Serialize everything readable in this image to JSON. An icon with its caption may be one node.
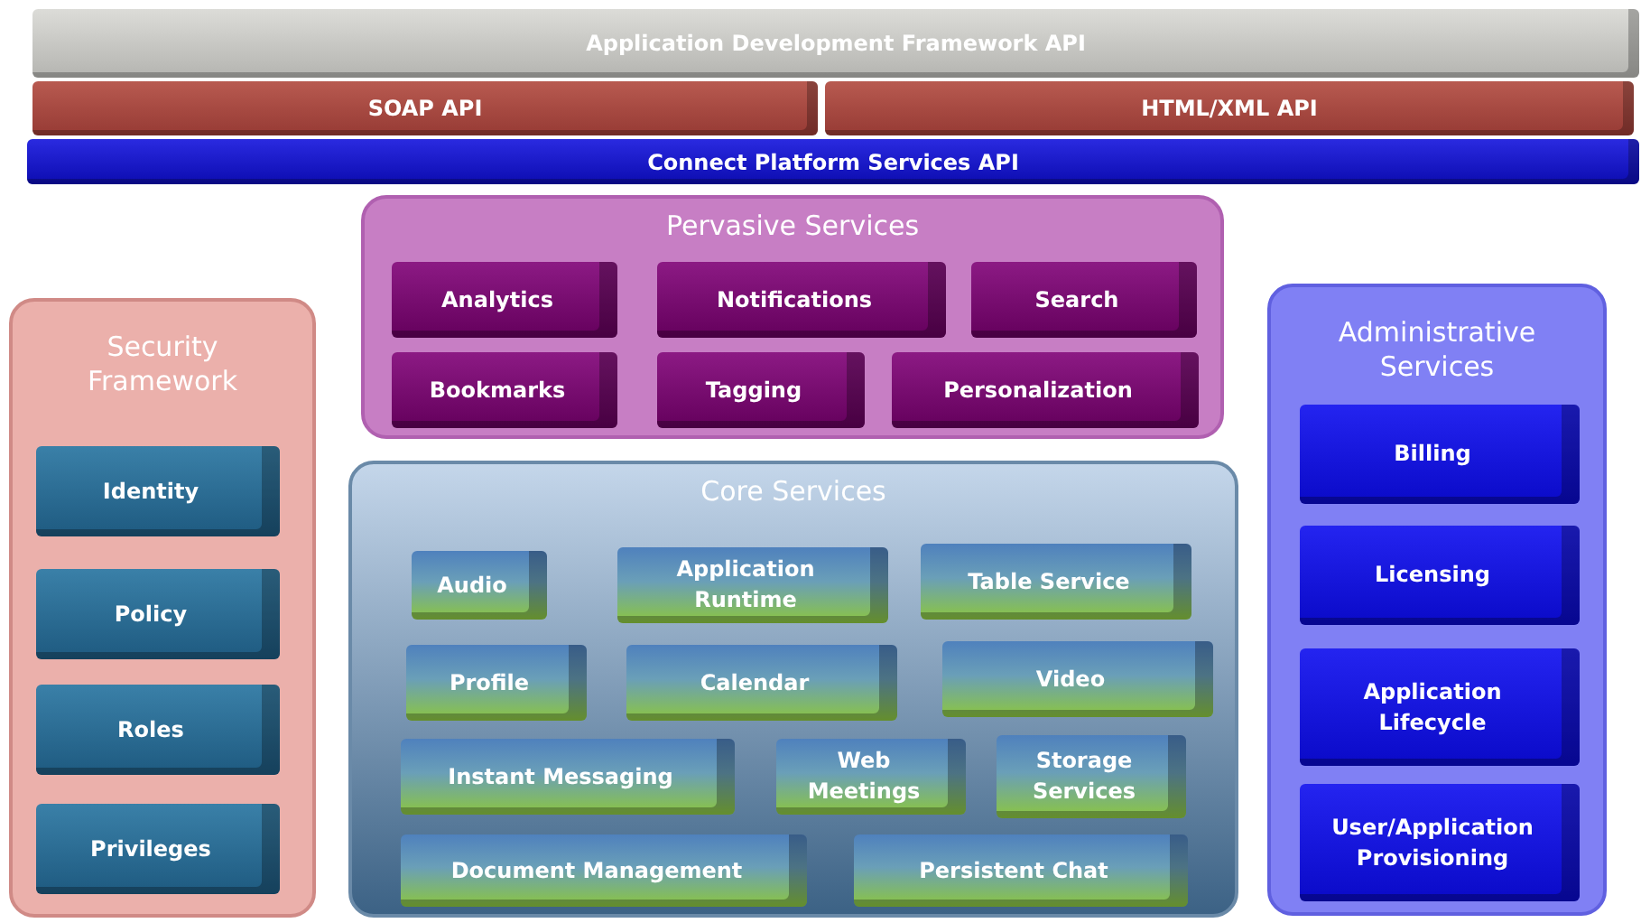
{
  "diagram": {
    "nodes": [
      {
        "text": [
          "Application Development Framework API"
        ]
      },
      {
        "text": [
          "SOAP API"
        ]
      },
      {
        "text": [
          "HTML/XML API"
        ]
      },
      {
        "text": [
          "Connect Platform Services API"
        ]
      },
      {
        "text": [
          "Pervasive Services"
        ]
      },
      {
        "text": [
          "Analytics"
        ],
        "in": 4
      },
      {
        "text": [
          "Notifications"
        ],
        "in": 4
      },
      {
        "text": [
          "Search"
        ],
        "in": 4
      },
      {
        "text": [
          "Bookmarks"
        ],
        "in": 4
      },
      {
        "text": [
          "Tagging"
        ],
        "in": 4
      },
      {
        "text": [
          "Personalization"
        ],
        "in": 4
      },
      {
        "text": [
          "Security Framework"
        ]
      },
      {
        "text": [
          "Identity"
        ],
        "in": 11
      },
      {
        "text": [
          "Policy"
        ],
        "in": 11
      },
      {
        "text": [
          "Roles"
        ],
        "in": 11
      },
      {
        "text": [
          "Privileges"
        ],
        "in": 11
      },
      {
        "text": [
          "Core Services"
        ]
      },
      {
        "text": [
          "Audio"
        ],
        "in": 16
      },
      {
        "text": [
          "Application Runtime"
        ],
        "in": 16
      },
      {
        "text": [
          "Table Service"
        ],
        "in": 16
      },
      {
        "text": [
          "Profile"
        ],
        "in": 16
      },
      {
        "text": [
          "Calendar"
        ],
        "in": 16
      },
      {
        "text": [
          "Video"
        ],
        "in": 16
      },
      {
        "text": [
          "Instant Messaging"
        ],
        "in": 16
      },
      {
        "text": [
          "Web Meetings"
        ],
        "in": 16
      },
      {
        "text": [
          "Storage Services"
        ],
        "in": 16
      },
      {
        "text": [
          "Document Management"
        ],
        "in": 16
      },
      {
        "text": [
          "Persistent Chat"
        ],
        "in": 16
      },
      {
        "text": [
          "Administrative Services"
        ]
      },
      {
        "text": [
          "Billing"
        ],
        "in": 28
      },
      {
        "text": [
          "Licensing"
        ],
        "in": 28
      },
      {
        "text": [
          "Application Lifecycle"
        ],
        "in": 28
      },
      {
        "text": [
          "User/Application Provisioning"
        ],
        "in": 28
      }
    ],
    "edges": []
  }
}
